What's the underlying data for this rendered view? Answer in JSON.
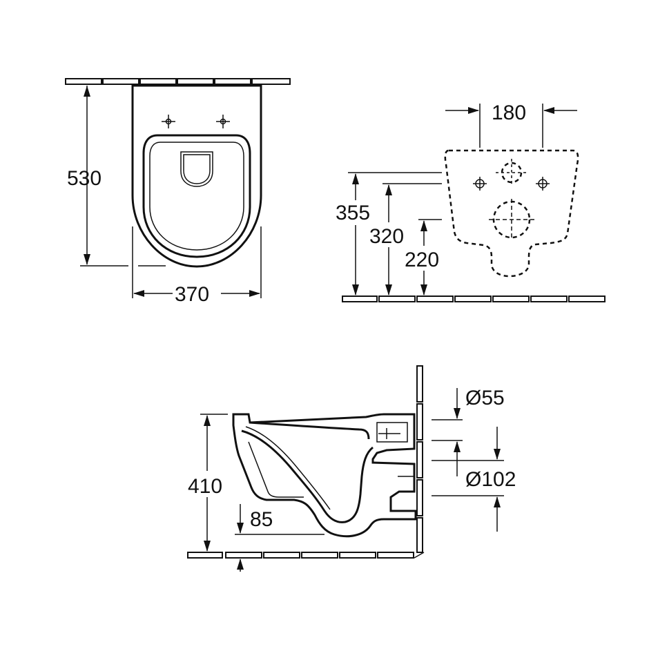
{
  "diagram": {
    "front_view": {
      "height_label": "530",
      "width_label": "370"
    },
    "rear_view": {
      "bolt_spacing_label": "180",
      "height_355_label": "355",
      "height_320_label": "320",
      "height_220_label": "220"
    },
    "side_view": {
      "height_label": "410",
      "trap_label": "85",
      "inlet_diameter_label": "Ø55",
      "outlet_diameter_label": "Ø102"
    }
  }
}
